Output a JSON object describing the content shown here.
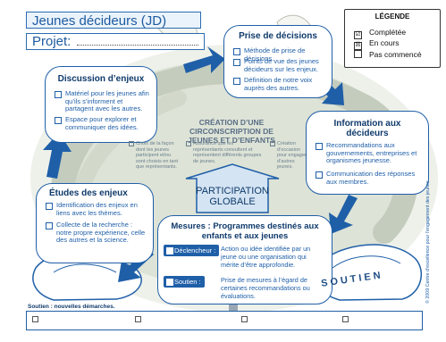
{
  "header": {
    "title": "Jeunes décideurs (JD)",
    "project_label": "Projet:"
  },
  "legend": {
    "title": "LÉGENDE",
    "items": [
      {
        "symbol": "☑",
        "label": "Complétée"
      },
      {
        "symbol": "☒",
        "label": "En cours"
      },
      {
        "symbol": "",
        "label": "Pas commencé"
      }
    ]
  },
  "cards": {
    "prise": {
      "title": "Prise de décisions",
      "items": [
        "Méthode de prise de décisions.",
        "Points de vue des jeunes décideurs sur les enjeux.",
        "Définition de notre voix auprès des autres."
      ]
    },
    "discussion": {
      "title": "Discussion d’enjeux",
      "items": [
        "Matériel pour les jeunes afin qu’ils s’informent et partagent avec les autres.",
        "Espace pour explorer et communiquer des idées."
      ]
    },
    "information": {
      "title": "Information aux décideurs",
      "items": [
        "Recommandations aux gouvernements, entreprises et organismes jeunesse.",
        "Communication des réponses aux membres."
      ]
    },
    "etudes": {
      "title": "Études des enjeux",
      "items": [
        "Identification des enjeux en liens avec les thèmes.",
        "Collecte de la recherche : notre propre expérience, celle des autres et la science."
      ]
    }
  },
  "center": {
    "title": "CRÉATION D’UNE CIRCONSCRIPTION DE JEUNES ET D’ENFANTS",
    "items": [
      "Choix de la façon dont les jeunes participent et/ou sont choisis en tant que représentants.",
      "Assurance que les représentants consultent et représentent différents groupes de jeunes.",
      "Création d’occasion pour engager d’autres jeunes."
    ],
    "participation": "PARTICIPATION GLOBALE"
  },
  "mesures": {
    "title": "Mesures : Programmes destinés aux enfants et aux jeunes",
    "declencheur_label": "Déclencheur :",
    "declencheur_text": "Action ou idée identifiée par un jeune ou une organisation qui mérite d’être approfondie.",
    "soutien_label": "Soutien :",
    "soutien_text": "Prise de mesures à l’égard de certaines recommandations ou évaluations."
  },
  "soutien_word": "SOUTIEN",
  "footer": {
    "label": "Soutien : nouvelles démarches."
  },
  "copyright": "© 2009 Centre d’excellence pour l’engagement des jeunes",
  "colors": {
    "accent": "#1f5fa8",
    "dark": "#0f3a6b",
    "swirl": "#c9d3c2"
  }
}
